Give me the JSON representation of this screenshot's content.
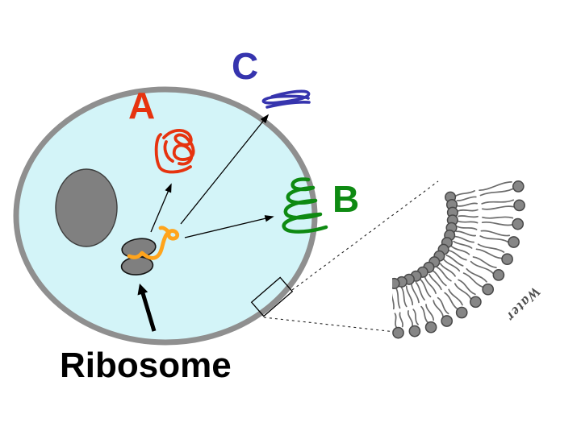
{
  "diagram": {
    "labels": {
      "protein_a": "A",
      "protein_b": "B",
      "protein_c": "C",
      "ribosome": "Ribosome",
      "water": "Water"
    },
    "colors": {
      "cell_fill": "#d3f4f8",
      "cell_outline": "#8f8f8f",
      "nucleus_fill": "#808080",
      "nucleus_outline": "#3d3d3d",
      "ribosome_fill": "#7f7f7f",
      "ribosome_outline": "#151515",
      "label_a": "#e6330f",
      "label_b": "#0e8a12",
      "label_c": "#3634ae",
      "peptide_orange": "#ffa41c",
      "arrow_black": "#000000",
      "water_text": "#4f4f4f",
      "lipid_gray": "#6b6b6b",
      "lipid_head_fill": "#868686",
      "lipid_head_rim": "#484848"
    }
  }
}
